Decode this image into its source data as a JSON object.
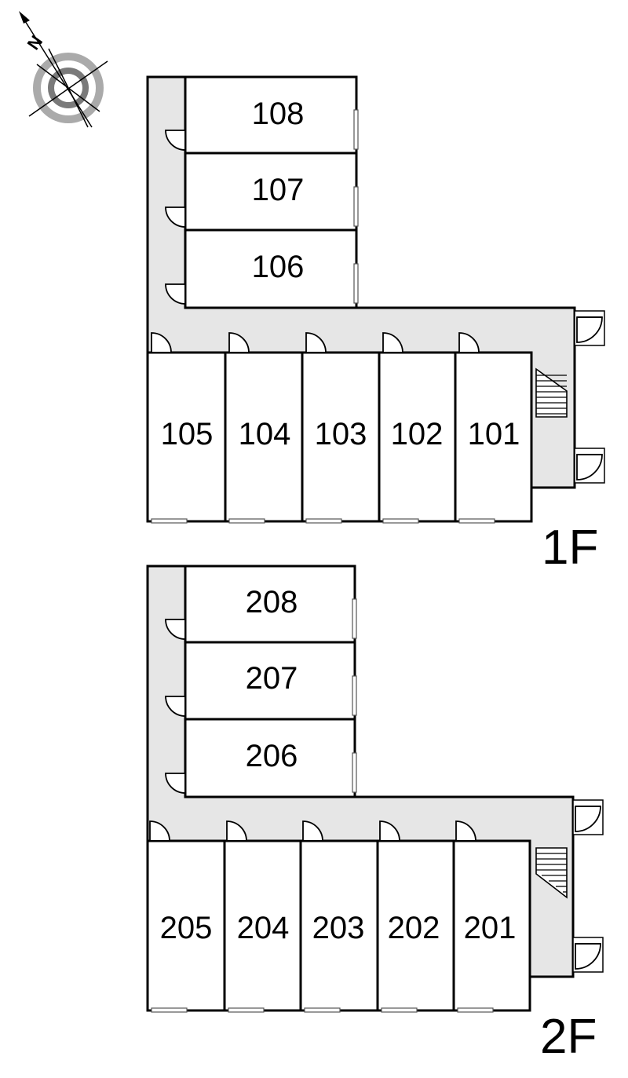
{
  "compass": {
    "north_label": "N",
    "icon": "compass-rose-icon"
  },
  "floors": [
    {
      "label": "1F",
      "upper_rooms": [
        "108",
        "107",
        "106"
      ],
      "lower_rooms": [
        "105",
        "104",
        "103",
        "102",
        "101"
      ]
    },
    {
      "label": "2F",
      "upper_rooms": [
        "208",
        "207",
        "206"
      ],
      "lower_rooms": [
        "205",
        "204",
        "203",
        "202",
        "201"
      ]
    }
  ],
  "colors": {
    "corridor": "#e6e6e6",
    "wall": "#000000",
    "room": "#ffffff",
    "compass_ring": "#aaaaaa"
  }
}
